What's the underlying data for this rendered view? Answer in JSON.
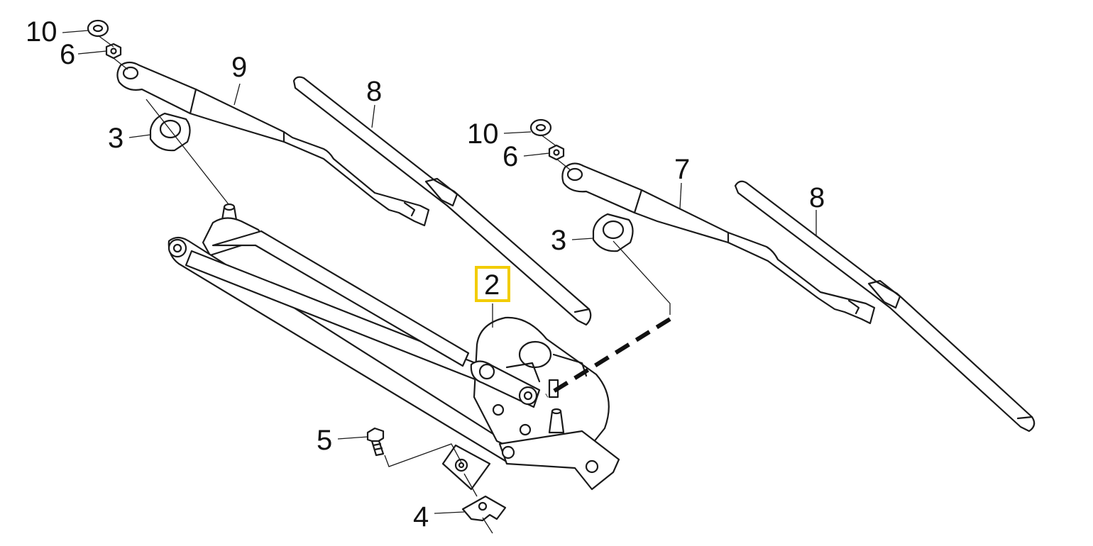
{
  "callouts": {
    "arm_left_washer": "10",
    "arm_left_nut": "6",
    "arm_left": "9",
    "blade_left": "8",
    "grommet_left": "3",
    "arm_right_washer": "10",
    "arm_right_nut": "6",
    "arm_right": "7",
    "blade_right": "8",
    "grommet_right": "3",
    "motor_linkage": "2",
    "bolt": "5",
    "clip_nut": "4"
  },
  "highlight": {
    "selected_callout": "2",
    "color": "#f2cc00"
  },
  "colors": {
    "line": "#1a1a1a",
    "background": "#ffffff"
  }
}
